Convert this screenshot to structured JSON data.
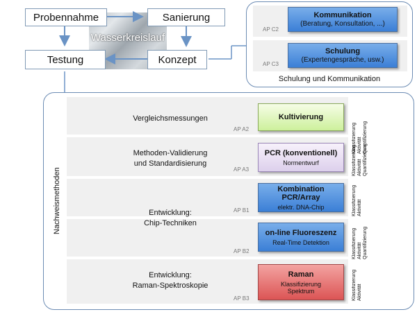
{
  "cycle": {
    "title": "Wasserkreislauf",
    "probennahme": "Probennahme",
    "sanierung": "Sanierung",
    "testung": "Testung",
    "konzept": "Konzept"
  },
  "top_panel": {
    "caption": "Schulung und Kommunikation",
    "items": [
      {
        "ap": "AP C2",
        "title": "Kommunikation",
        "sub": "(Beratung, Konsultation, ...)"
      },
      {
        "ap": "AP C3",
        "title": "Schulung",
        "sub": "(Expertengespräche, usw.)"
      }
    ]
  },
  "main_panel": {
    "side_label": "Nachweismethoden",
    "descriptions": {
      "vergleich": "Vergleichsmessungen",
      "methoden": "Methoden-Validierung\nund Standardisierung",
      "chip": "Entwicklung:\nChip-Techniken",
      "raman": "Entwicklung:\nRaman-Spektroskopie"
    },
    "rows": [
      {
        "ap": "AP A2",
        "title": "Kultivierung",
        "sub": "",
        "tags": "Klassifizierung\nAktivität\nQuantifizierung"
      },
      {
        "ap": "AP A3",
        "title": "PCR (konventionell)",
        "sub": "Normentwurf",
        "tags": "Klassifizierung\nAktivität\nQuantifizierung"
      },
      {
        "ap": "AP B1",
        "title": "Kombination PCR/Array",
        "sub": "elektr. DNA-Chip",
        "tags": "Klassifizierung\nAktivität"
      },
      {
        "ap": "AP B2",
        "title": "on-line Fluoreszenz",
        "sub": "Real-Time Detektion",
        "tags": "Klassifizierung\nAktivität\nQuantifizierung"
      },
      {
        "ap": "AP B3",
        "title": "Raman",
        "sub": "Klassifizierung\nSpektrum",
        "tags": "Klassifizierung\nAktivität"
      }
    ]
  },
  "colors": {
    "border": "#6b8bb3",
    "blue_box": "#3b7fd6",
    "green_box": "#cdf09c",
    "purple_box": "#ddd0ec",
    "red_box": "#dc5555"
  }
}
